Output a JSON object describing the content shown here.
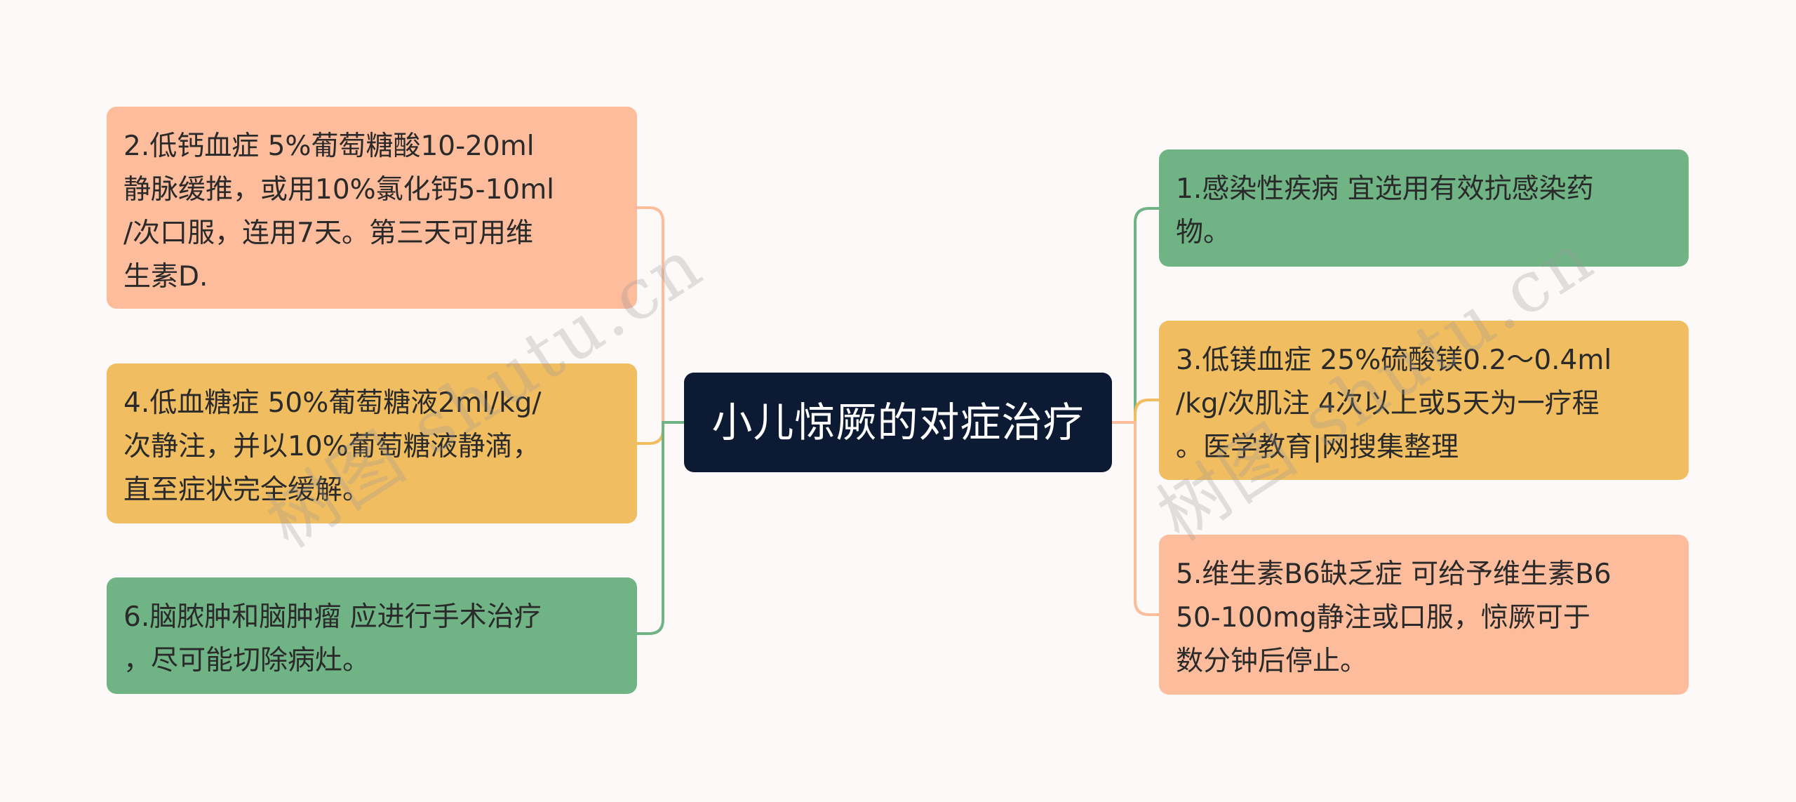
{
  "center": {
    "title": "小儿惊厥的对症治疗"
  },
  "left_nodes": [
    {
      "text": "2.低钙血症 5%葡萄糖酸10-20ml\n静脉缓推，或用10%氯化钙5-10ml\n/次口服，连用7天。第三天可用维\n生素D."
    },
    {
      "text": "4.低血糖症 50%葡萄糖液2ml/kg/\n次静注，并以10%葡萄糖液静滴，\n直至症状完全缓解。"
    },
    {
      "text": "6.脑脓肿和脑肿瘤 应进行手术治疗\n，尽可能切除病灶。"
    }
  ],
  "right_nodes": [
    {
      "text": "1.感染性疾病 宜选用有效抗感染药\n物。"
    },
    {
      "text": "3.低镁血症 25%硫酸镁0.2～0.4ml\n/kg/次肌注 4次以上或5天为一疗程\n。医学教育|网搜集整理"
    },
    {
      "text": "5.维生素B6缺乏症 可给予维生素B6\n50-100mg静注或口服，惊厥可于\n数分钟后停止。"
    }
  ],
  "watermark": {
    "text": "树图 shutu.cn"
  },
  "colors": {
    "background": "#fdf9f8",
    "center": "#0c1a33",
    "salmon": "#fdbc9b",
    "yellow": "#f0bd61",
    "green": "#70b486"
  }
}
